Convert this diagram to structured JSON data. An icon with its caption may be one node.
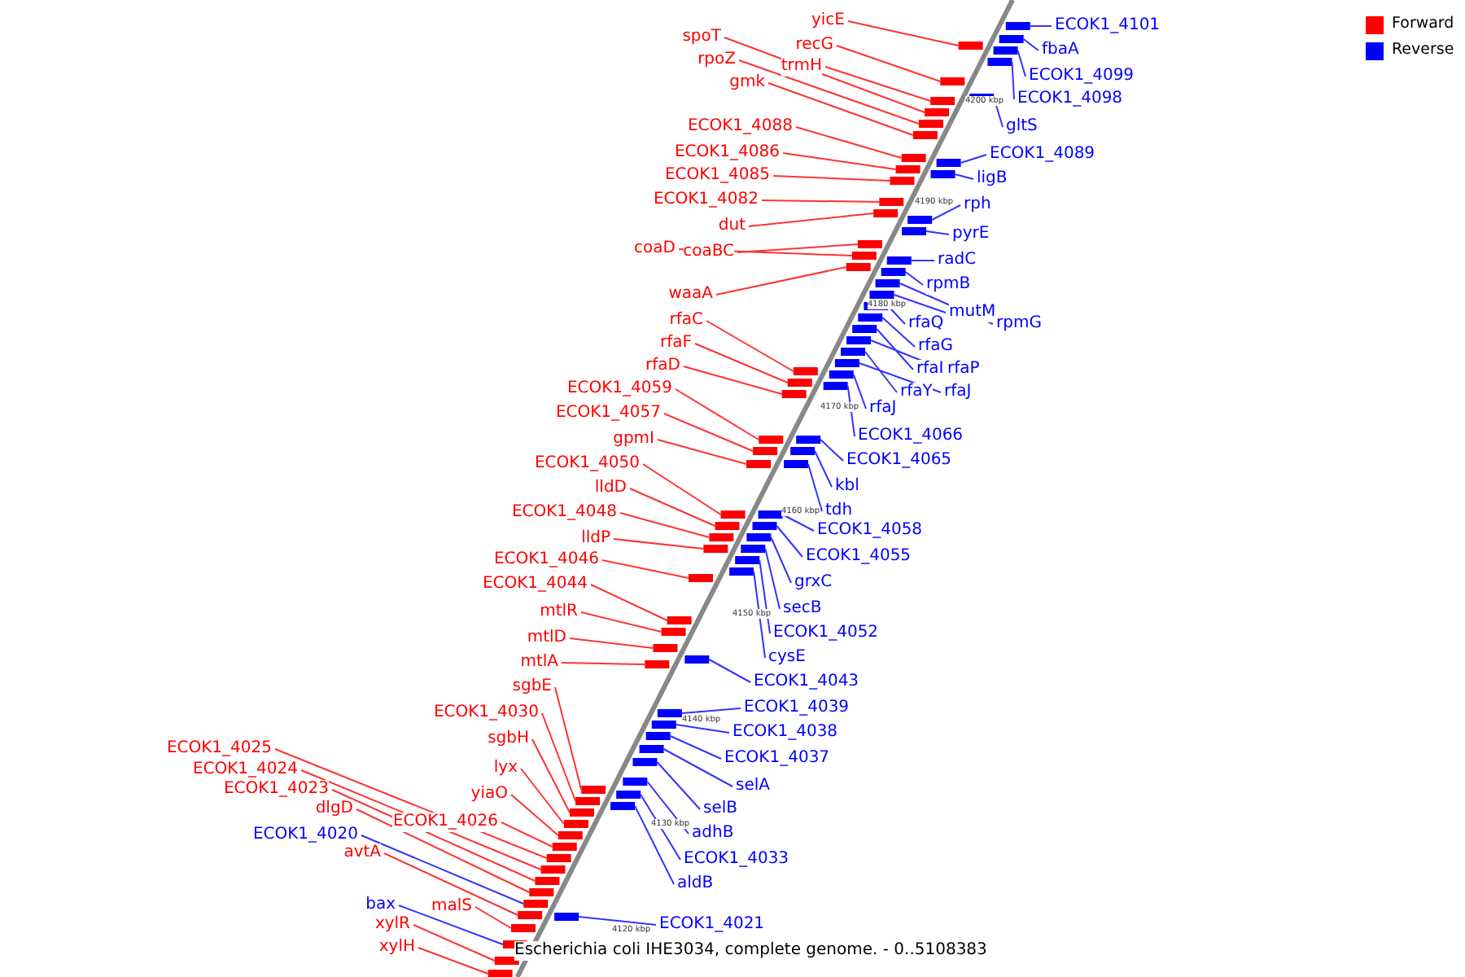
{
  "diagram": {
    "caption": "Escherichia coli IHE3034, complete genome. - 0..5108383",
    "nodes": [
      {
        "text": [
          "yicE"
        ]
      },
      {
        "text": [
          "recG"
        ]
      },
      {
        "text": [
          "spoT"
        ]
      },
      {
        "text": [
          "rpoZ"
        ]
      },
      {
        "text": [
          "trmH"
        ]
      },
      {
        "text": [
          "gmk"
        ]
      },
      {
        "text": [
          "ECOK1_4088"
        ]
      },
      {
        "text": [
          "ECOK1_4086"
        ]
      },
      {
        "text": [
          "ECOK1_4085"
        ]
      },
      {
        "text": [
          "ECOK1_4082"
        ]
      },
      {
        "text": [
          "dut"
        ]
      },
      {
        "text": [
          "coaD"
        ]
      },
      {
        "text": [
          "coaBC"
        ]
      },
      {
        "text": [
          "waaA"
        ]
      },
      {
        "text": [
          "rfaC"
        ]
      },
      {
        "text": [
          "rfaF"
        ]
      },
      {
        "text": [
          "rfaD"
        ]
      },
      {
        "text": [
          "ECOK1_4059"
        ]
      },
      {
        "text": [
          "ECOK1_4057"
        ]
      },
      {
        "text": [
          "gpmI"
        ]
      },
      {
        "text": [
          "ECOK1_4050"
        ]
      },
      {
        "text": [
          "lldD"
        ]
      },
      {
        "text": [
          "ECOK1_4048"
        ]
      },
      {
        "text": [
          "lldP"
        ]
      },
      {
        "text": [
          "ECOK1_4046"
        ]
      },
      {
        "text": [
          "ECOK1_4044"
        ]
      },
      {
        "text": [
          "mtlR"
        ]
      },
      {
        "text": [
          "mtlD"
        ]
      },
      {
        "text": [
          "mtlA"
        ]
      },
      {
        "text": [
          "sgbE"
        ]
      },
      {
        "text": [
          "ECOK1_4030"
        ]
      },
      {
        "text": [
          "sgbH"
        ]
      },
      {
        "text": [
          "lyx"
        ]
      },
      {
        "text": [
          "yiaO"
        ]
      },
      {
        "text": [
          "ECOK1_4026"
        ]
      },
      {
        "text": [
          "ECOK1_4025"
        ]
      },
      {
        "text": [
          "ECOK1_4024"
        ]
      },
      {
        "text": [
          "ECOK1_4023"
        ]
      },
      {
        "text": [
          "dlgD"
        ]
      },
      {
        "text": [
          "ECOK1_4020"
        ]
      },
      {
        "text": [
          "avtA"
        ]
      },
      {
        "text": [
          "bax"
        ]
      },
      {
        "text": [
          "malS"
        ]
      },
      {
        "text": [
          "xylR"
        ]
      },
      {
        "text": [
          "xylH"
        ]
      },
      {
        "text": [
          "ECOK1_4101"
        ]
      },
      {
        "text": [
          "fbaA"
        ]
      },
      {
        "text": [
          "ECOK1_4099"
        ]
      },
      {
        "text": [
          "ECOK1_4098"
        ]
      },
      {
        "text": [
          "gltS"
        ]
      },
      {
        "text": [
          "ECOK1_4089"
        ]
      },
      {
        "text": [
          "ligB"
        ]
      },
      {
        "text": [
          "rph"
        ]
      },
      {
        "text": [
          "pyrE"
        ]
      },
      {
        "text": [
          "radC"
        ]
      },
      {
        "text": [
          "rpmB"
        ]
      },
      {
        "text": [
          "mutM"
        ]
      },
      {
        "text": [
          "rpmG"
        ]
      },
      {
        "text": [
          "rfaQ"
        ]
      },
      {
        "text": [
          "rfaG"
        ]
      },
      {
        "text": [
          "rfaI"
        ]
      },
      {
        "text": [
          "rfaP"
        ]
      },
      {
        "text": [
          "rfaY"
        ]
      },
      {
        "text": [
          "rfaJ"
        ]
      },
      {
        "text": [
          "rfaJ"
        ]
      },
      {
        "text": [
          "ECOK1_4066"
        ]
      },
      {
        "text": [
          "ECOK1_4065"
        ]
      },
      {
        "text": [
          "kbl"
        ]
      },
      {
        "text": [
          "tdh"
        ]
      },
      {
        "text": [
          "ECOK1_4058"
        ]
      },
      {
        "text": [
          "ECOK1_4055"
        ]
      },
      {
        "text": [
          "grxC"
        ]
      },
      {
        "text": [
          "secB"
        ]
      },
      {
        "text": [
          "ECOK1_4052"
        ]
      },
      {
        "text": [
          "cysE"
        ]
      },
      {
        "text": [
          "ECOK1_4043"
        ]
      },
      {
        "text": [
          "ECOK1_4039"
        ]
      },
      {
        "text": [
          "ECOK1_4038"
        ]
      },
      {
        "text": [
          "ECOK1_4037"
        ]
      },
      {
        "text": [
          "selA"
        ]
      },
      {
        "text": [
          "selB"
        ]
      },
      {
        "text": [
          "adhB"
        ]
      },
      {
        "text": [
          "ECOK1_4033"
        ]
      },
      {
        "text": [
          "aldB"
        ]
      },
      {
        "text": [
          "ECOK1_4021"
        ]
      },
      {
        "text": [],
        "shape": "box"
      },
      {
        "text": [],
        "shape": "box"
      },
      {
        "text": [],
        "shape": "box"
      },
      {
        "text": [],
        "shape": "box"
      },
      {
        "text": [],
        "shape": "box"
      },
      {
        "text": [],
        "shape": "box"
      },
      {
        "text": [],
        "shape": "box"
      },
      {
        "text": [],
        "shape": "box"
      },
      {
        "text": [],
        "shape": "box"
      },
      {
        "text": [],
        "shape": "box"
      },
      {
        "text": [],
        "shape": "box"
      },
      {
        "text": [],
        "shape": "box"
      },
      {
        "text": [],
        "shape": "box"
      },
      {
        "text": [],
        "shape": "box"
      },
      {
        "text": [],
        "shape": "box"
      },
      {
        "text": [],
        "shape": "box"
      },
      {
        "text": [],
        "shape": "box"
      },
      {
        "text": [],
        "shape": "box"
      },
      {
        "text": [],
        "shape": "box"
      },
      {
        "text": [],
        "shape": "box"
      },
      {
        "text": [],
        "shape": "box"
      },
      {
        "text": [],
        "shape": "box"
      },
      {
        "text": [],
        "shape": "box"
      },
      {
        "text": [],
        "shape": "box"
      },
      {
        "text": [],
        "shape": "box"
      },
      {
        "text": [],
        "shape": "box"
      },
      {
        "text": [],
        "shape": "box"
      },
      {
        "text": [],
        "shape": "box"
      },
      {
        "text": [],
        "shape": "box"
      },
      {
        "text": [],
        "shape": "box"
      },
      {
        "text": [],
        "shape": "box"
      },
      {
        "text": [],
        "shape": "box"
      },
      {
        "text": [],
        "shape": "box"
      },
      {
        "text": [],
        "shape": "box"
      },
      {
        "text": [],
        "shape": "box"
      },
      {
        "text": [],
        "shape": "box"
      },
      {
        "text": [],
        "shape": "box"
      },
      {
        "text": [],
        "shape": "box"
      },
      {
        "text": [],
        "shape": "box"
      },
      {
        "text": [],
        "shape": "box"
      },
      {
        "text": [],
        "shape": "box"
      },
      {
        "text": [],
        "shape": "box"
      },
      {
        "text": [],
        "shape": "box"
      },
      {
        "text": [],
        "shape": "box"
      },
      {
        "text": [],
        "shape": "box"
      },
      {
        "text": [],
        "shape": "box"
      },
      {
        "text": [],
        "shape": "box"
      },
      {
        "text": [],
        "shape": "box"
      },
      {
        "text": [],
        "shape": "box"
      },
      {
        "text": [],
        "shape": "box"
      },
      {
        "text": [],
        "shape": "box"
      },
      {
        "text": [],
        "shape": "box"
      },
      {
        "text": [],
        "shape": "box"
      },
      {
        "text": [],
        "shape": "box"
      },
      {
        "text": [],
        "shape": "box"
      },
      {
        "text": [],
        "shape": "box"
      },
      {
        "text": [],
        "shape": "box"
      },
      {
        "text": [],
        "shape": "box"
      },
      {
        "text": [],
        "shape": "box"
      },
      {
        "text": [],
        "shape": "box"
      },
      {
        "text": [],
        "shape": "box"
      },
      {
        "text": [],
        "shape": "box"
      },
      {
        "text": [],
        "shape": "box"
      },
      {
        "text": [],
        "shape": "box"
      },
      {
        "text": [],
        "shape": "box"
      },
      {
        "text": [],
        "shape": "box"
      },
      {
        "text": [],
        "shape": "box"
      },
      {
        "text": [],
        "shape": "box"
      },
      {
        "text": [],
        "shape": "box"
      },
      {
        "text": [],
        "shape": "box"
      },
      {
        "text": [],
        "shape": "box"
      },
      {
        "text": [],
        "shape": "box"
      },
      {
        "text": [],
        "shape": "box"
      },
      {
        "text": [],
        "shape": "box"
      },
      {
        "text": [],
        "shape": "box"
      },
      {
        "text": [],
        "shape": "box"
      },
      {
        "text": [],
        "shape": "box"
      },
      {
        "text": [],
        "shape": "box"
      },
      {
        "text": [],
        "shape": "box"
      },
      {
        "text": [],
        "shape": "box"
      },
      {
        "text": [],
        "shape": "box"
      },
      {
        "text": [],
        "shape": "box"
      },
      {
        "text": [],
        "shape": "box"
      },
      {
        "text": [],
        "shape": "box"
      },
      {
        "text": [],
        "shape": "box"
      }
    ],
    "edges": [
      {
        "from": 0,
        "to": 85,
        "arrow": "none"
      },
      {
        "from": 1,
        "to": 86,
        "arrow": "none"
      },
      {
        "from": 2,
        "to": 87,
        "arrow": "none"
      },
      {
        "from": 3,
        "to": 88,
        "arrow": "none"
      },
      {
        "from": 4,
        "to": 89,
        "arrow": "none"
      },
      {
        "from": 5,
        "to": 90,
        "arrow": "none"
      },
      {
        "from": 6,
        "to": 91,
        "arrow": "none"
      },
      {
        "from": 7,
        "to": 92,
        "arrow": "none"
      },
      {
        "from": 8,
        "to": 93,
        "arrow": "none"
      },
      {
        "from": 9,
        "to": 94,
        "arrow": "none"
      },
      {
        "from": 10,
        "to": 95,
        "arrow": "none"
      },
      {
        "from": 11,
        "to": 96,
        "arrow": "none"
      },
      {
        "from": 12,
        "to": 97,
        "arrow": "none"
      },
      {
        "from": 13,
        "to": 98,
        "arrow": "none"
      },
      {
        "from": 14,
        "to": 99,
        "arrow": "none"
      },
      {
        "from": 15,
        "to": 100,
        "arrow": "none"
      },
      {
        "from": 16,
        "to": 101,
        "arrow": "none"
      },
      {
        "from": 17,
        "to": 102,
        "arrow": "none"
      },
      {
        "from": 18,
        "to": 103,
        "arrow": "none"
      },
      {
        "from": 19,
        "to": 104,
        "arrow": "none"
      },
      {
        "from": 20,
        "to": 105,
        "arrow": "none"
      },
      {
        "from": 21,
        "to": 106,
        "arrow": "none"
      },
      {
        "from": 22,
        "to": 107,
        "arrow": "none"
      },
      {
        "from": 23,
        "to": 108,
        "arrow": "none"
      },
      {
        "from": 24,
        "to": 109,
        "arrow": "none"
      },
      {
        "from": 25,
        "to": 110,
        "arrow": "none"
      },
      {
        "from": 26,
        "to": 111,
        "arrow": "none"
      },
      {
        "from": 27,
        "to": 112,
        "arrow": "none"
      },
      {
        "from": 28,
        "to": 113,
        "arrow": "none"
      },
      {
        "from": 29,
        "to": 114,
        "arrow": "none"
      },
      {
        "from": 30,
        "to": 115,
        "arrow": "none"
      },
      {
        "from": 31,
        "to": 116,
        "arrow": "none"
      },
      {
        "from": 32,
        "to": 117,
        "arrow": "none"
      },
      {
        "from": 33,
        "to": 118,
        "arrow": "none"
      },
      {
        "from": 34,
        "to": 119,
        "arrow": "none"
      },
      {
        "from": 35,
        "to": 120,
        "arrow": "none"
      },
      {
        "from": 36,
        "to": 121,
        "arrow": "none"
      },
      {
        "from": 37,
        "to": 122,
        "arrow": "none"
      },
      {
        "from": 38,
        "to": 123,
        "arrow": "none"
      },
      {
        "from": 39,
        "to": 124,
        "arrow": "none",
        "color": "#3333ff"
      },
      {
        "from": 40,
        "to": 125,
        "arrow": "none"
      },
      {
        "from": 41,
        "to": 126,
        "arrow": "none",
        "color": "#3333ff"
      },
      {
        "from": 42,
        "to": 127,
        "arrow": "none"
      },
      {
        "from": 43,
        "to": 128,
        "arrow": "none"
      },
      {
        "from": 44,
        "to": 129,
        "arrow": "none"
      },
      {
        "from": 45,
        "to": 130,
        "arrow": "none",
        "color": "#3333ff"
      },
      {
        "from": 46,
        "to": 131,
        "arrow": "none",
        "color": "#3333ff"
      },
      {
        "from": 47,
        "to": 132,
        "arrow": "none",
        "color": "#3333ff"
      },
      {
        "from": 48,
        "to": 133,
        "arrow": "none",
        "color": "#3333ff"
      },
      {
        "from": 49,
        "to": 134,
        "arrow": "none",
        "color": "#3333ff"
      },
      {
        "from": 50,
        "to": 135,
        "arrow": "none",
        "color": "#3333ff"
      },
      {
        "from": 51,
        "to": 136,
        "arrow": "none",
        "color": "#3333ff"
      },
      {
        "from": 52,
        "to": 137,
        "arrow": "none",
        "color": "#3333ff"
      },
      {
        "from": 53,
        "to": 138,
        "arrow": "none",
        "color": "#3333ff"
      },
      {
        "from": 54,
        "to": 139,
        "arrow": "none",
        "color": "#3333ff"
      },
      {
        "from": 55,
        "to": 140,
        "arrow": "none",
        "color": "#3333ff"
      },
      {
        "from": 56,
        "to": 141,
        "arrow": "none",
        "color": "#3333ff"
      },
      {
        "from": 57,
        "to": 142,
        "arrow": "none",
        "color": "#3333ff"
      },
      {
        "from": 58,
        "to": 143,
        "arrow": "none",
        "color": "#3333ff"
      },
      {
        "from": 59,
        "to": 144,
        "arrow": "none",
        "color": "#3333ff"
      },
      {
        "from": 60,
        "to": 145,
        "arrow": "none",
        "color": "#3333ff"
      },
      {
        "from": 61,
        "to": 146,
        "arrow": "none",
        "color": "#3333ff"
      },
      {
        "from": 62,
        "to": 147,
        "arrow": "none",
        "color": "#3333ff"
      },
      {
        "from": 63,
        "to": 148,
        "arrow": "none",
        "color": "#3333ff"
      },
      {
        "from": 64,
        "to": 149,
        "arrow": "none",
        "color": "#3333ff"
      },
      {
        "from": 65,
        "to": 150,
        "arrow": "none",
        "color": "#3333ff"
      },
      {
        "from": 66,
        "to": 151,
        "arrow": "none",
        "color": "#3333ff"
      },
      {
        "from": 67,
        "to": 152,
        "arrow": "none",
        "color": "#3333ff"
      },
      {
        "from": 68,
        "to": 153,
        "arrow": "none",
        "color": "#3333ff"
      },
      {
        "from": 69,
        "to": 154,
        "arrow": "none",
        "color": "#3333ff"
      },
      {
        "from": 70,
        "to": 155,
        "arrow": "none",
        "color": "#3333ff"
      },
      {
        "from": 71,
        "to": 156,
        "arrow": "none",
        "color": "#3333ff"
      },
      {
        "from": 72,
        "to": 157,
        "arrow": "none",
        "color": "#3333ff"
      },
      {
        "from": 73,
        "to": 158,
        "arrow": "none",
        "color": "#3333ff"
      },
      {
        "from": 74,
        "to": 159,
        "arrow": "none",
        "color": "#3333ff"
      },
      {
        "from": 75,
        "to": 160,
        "arrow": "none",
        "color": "#3333ff"
      },
      {
        "from": 76,
        "to": 161,
        "arrow": "none",
        "color": "#3333ff"
      },
      {
        "from": 77,
        "to": 162,
        "arrow": "none",
        "color": "#3333ff"
      },
      {
        "from": 78,
        "to": 163,
        "arrow": "none",
        "color": "#3333ff"
      },
      {
        "from": 79,
        "to": 164,
        "arrow": "none",
        "color": "#3333ff"
      },
      {
        "from": 80,
        "to": 165,
        "arrow": "none",
        "color": "#3333ff"
      },
      {
        "from": 81,
        "to": 166,
        "arrow": "none",
        "color": "#3333ff"
      },
      {
        "from": 82,
        "to": 167,
        "arrow": "none",
        "color": "#3333ff"
      },
      {
        "from": 83,
        "to": 168,
        "arrow": "none",
        "color": "#3333ff"
      },
      {
        "from": 84,
        "to": 169,
        "arrow": "none",
        "color": "#3333ff"
      }
    ],
    "labels": [
      "4200 kbp",
      "4190 kbp",
      "4180 kbp",
      "4170 kbp",
      "4160 kbp",
      "4150 kbp",
      "4140 kbp",
      "4130 kbp",
      "4120 kbp"
    ],
    "legend": [
      {
        "text": "Forward",
        "color": "#ff0000"
      },
      {
        "text": "Reverse",
        "color": "#0000ff"
      }
    ]
  }
}
